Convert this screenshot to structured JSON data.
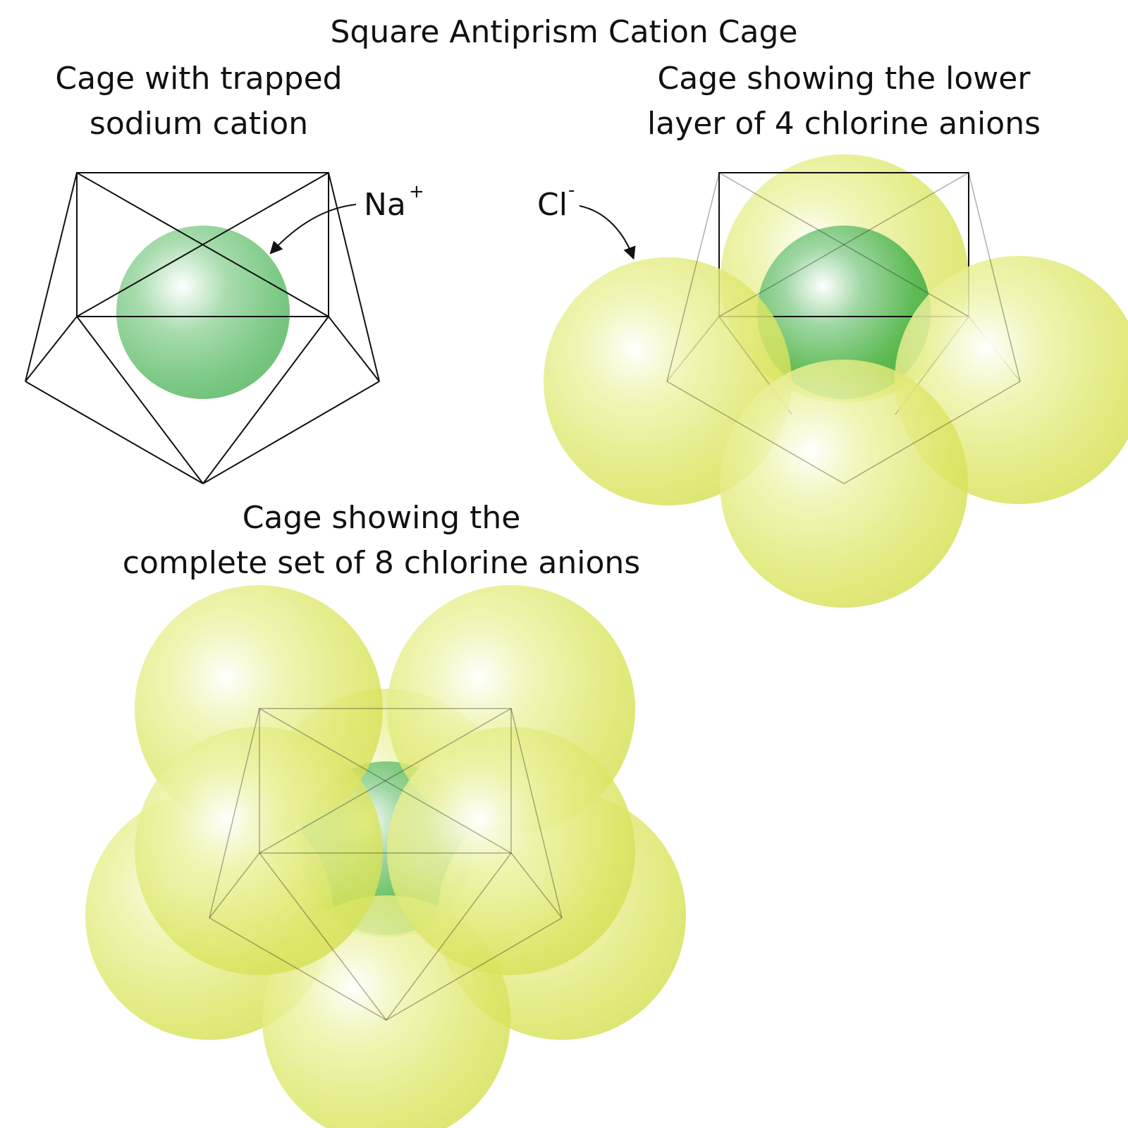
{
  "title": "Square Antiprism Cation Cage",
  "panels": [
    {
      "id": "trapped",
      "caption_lines": [
        "Cage with trapped",
        "sodium cation"
      ],
      "label": "Na",
      "label_charge": "+"
    },
    {
      "id": "lower",
      "caption_lines": [
        "Cage showing the lower",
        "layer of 4 chlorine anions"
      ],
      "label": "Cl",
      "label_charge": "-"
    },
    {
      "id": "complete",
      "caption_lines": [
        "Cage showing the",
        "complete set of 8 chlorine anions"
      ]
    }
  ],
  "colors": {
    "sodium": "#6cc070",
    "chlorine": "#d7e34d",
    "edges": "#111111",
    "background": "#ffffff"
  }
}
